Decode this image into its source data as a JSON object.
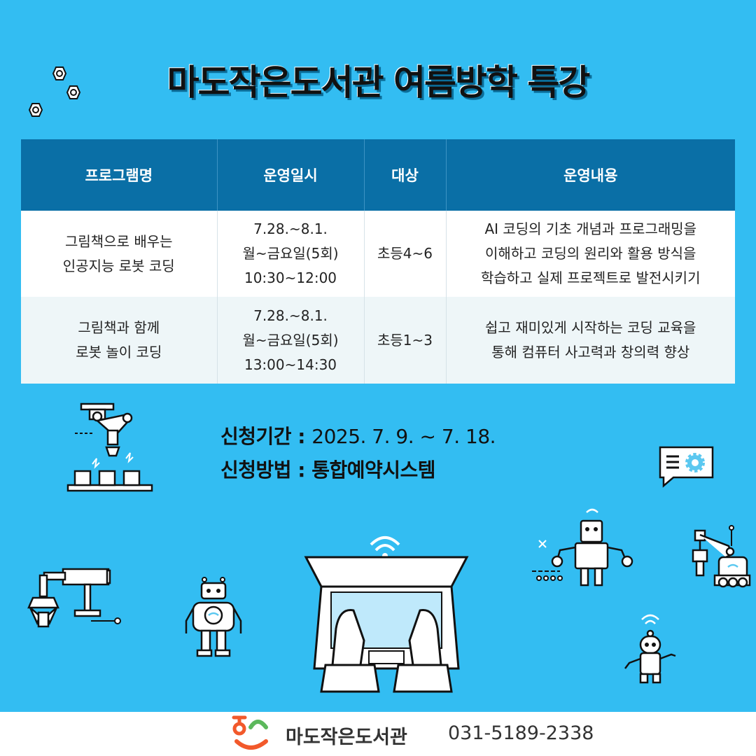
{
  "title": "마도작은도서관 여름방학 특강",
  "table": {
    "headers": [
      "프로그램명",
      "운영일시",
      "대상",
      "운영내용"
    ],
    "rows": [
      {
        "name": [
          "그림책으로 배우는",
          "인공지능 로봇 코딩"
        ],
        "schedule": [
          "7.28.~8.1.",
          "월~금요일(5회)",
          "10:30~12:00"
        ],
        "target": "초등4~6",
        "content": [
          "AI 코딩의 기초 개념과 프로그래밍을",
          "이해하고 코딩의 원리와 활용 방식을",
          "학습하고 실제 프로젝트로 발전시키기"
        ]
      },
      {
        "name": [
          "그림책과 함께",
          "로봇 놀이 코딩"
        ],
        "schedule": [
          "7.28.~8.1.",
          "월~금요일(5회)",
          "13:00~14:30"
        ],
        "target": "초등1~3",
        "content": [
          "쉽고 재미있게 시작하는 코딩 교육을",
          "통해 컴퓨터 사고력과 창의력 향상"
        ]
      }
    ]
  },
  "info": {
    "period_label": "신청기간 :",
    "period_value": "2025. 7. 9. ~ 7. 18.",
    "method_label": "신청방법 :",
    "method_value": "통합예약시스템"
  },
  "footer": {
    "library": "마도작은도서관",
    "phone": "031-5189-2338"
  },
  "colors": {
    "background": "#33bdf2",
    "header": "#0a6fa6",
    "footer": "#ffffff"
  },
  "icons": [
    "hex-nut-icon",
    "robot-arm-icon",
    "laptop-icon",
    "robot-icon",
    "chat-gear-icon",
    "wifi-icon",
    "gripper-icon"
  ]
}
